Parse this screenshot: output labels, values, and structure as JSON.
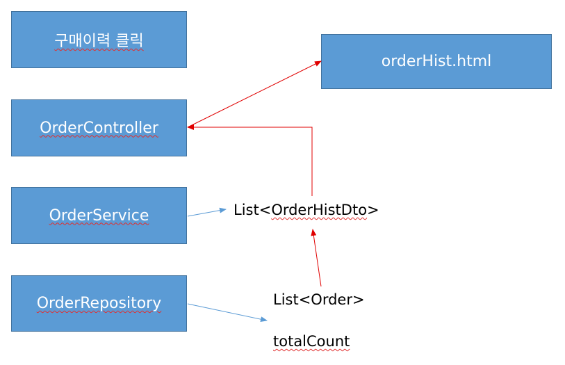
{
  "nodes": {
    "purchase_click": "구매이력 클릭",
    "order_hist_html": "orderHist.html",
    "order_controller": "OrderController",
    "order_service": "OrderService",
    "order_repository": "OrderRepository"
  },
  "labels": {
    "list_prefix_1": "List<",
    "list_type_1": "OrderHistDto",
    "list_suffix_1": ">",
    "list_order": "List<Order>",
    "total_count": "totalCount"
  },
  "colors": {
    "box_fill": "#5b9bd5",
    "box_border": "#41719c",
    "arrow_red": "#e00000",
    "arrow_blue": "#5b9bd5"
  }
}
